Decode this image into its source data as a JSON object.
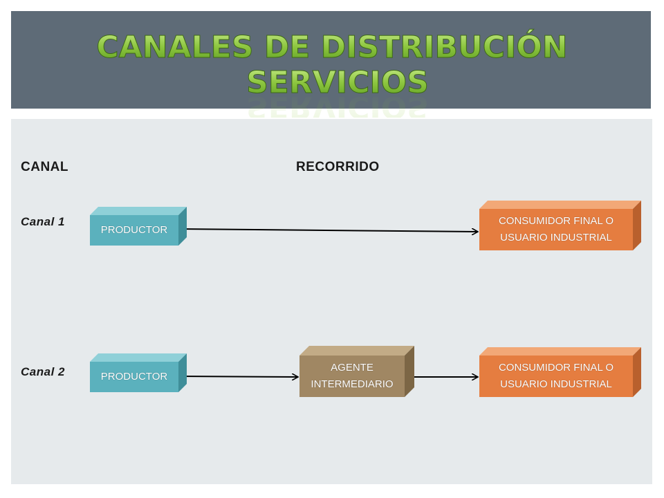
{
  "slide": {
    "title_line1": "CANALES DE DISTRIBUCIÓN",
    "title_line2": "SERVICIOS",
    "title_color": "#8dc63f"
  },
  "headers": {
    "canal": "CANAL",
    "recorrido": "RECORRIDO"
  },
  "rows": [
    {
      "label": "Canal 1",
      "nodes": [
        "PRODUCTOR",
        "CONSUMIDOR FINAL O USUARIO INDUSTRIAL"
      ]
    },
    {
      "label": "Canal 2",
      "nodes": [
        "PRODUCTOR",
        "AGENTE INTERMEDIARIO",
        "CONSUMIDOR FINAL O USUARIO INDUSTRIAL"
      ]
    }
  ],
  "colors": {
    "productor": "#5bb1bd",
    "agente": "#a08763",
    "consumidor": "#e57d40"
  }
}
